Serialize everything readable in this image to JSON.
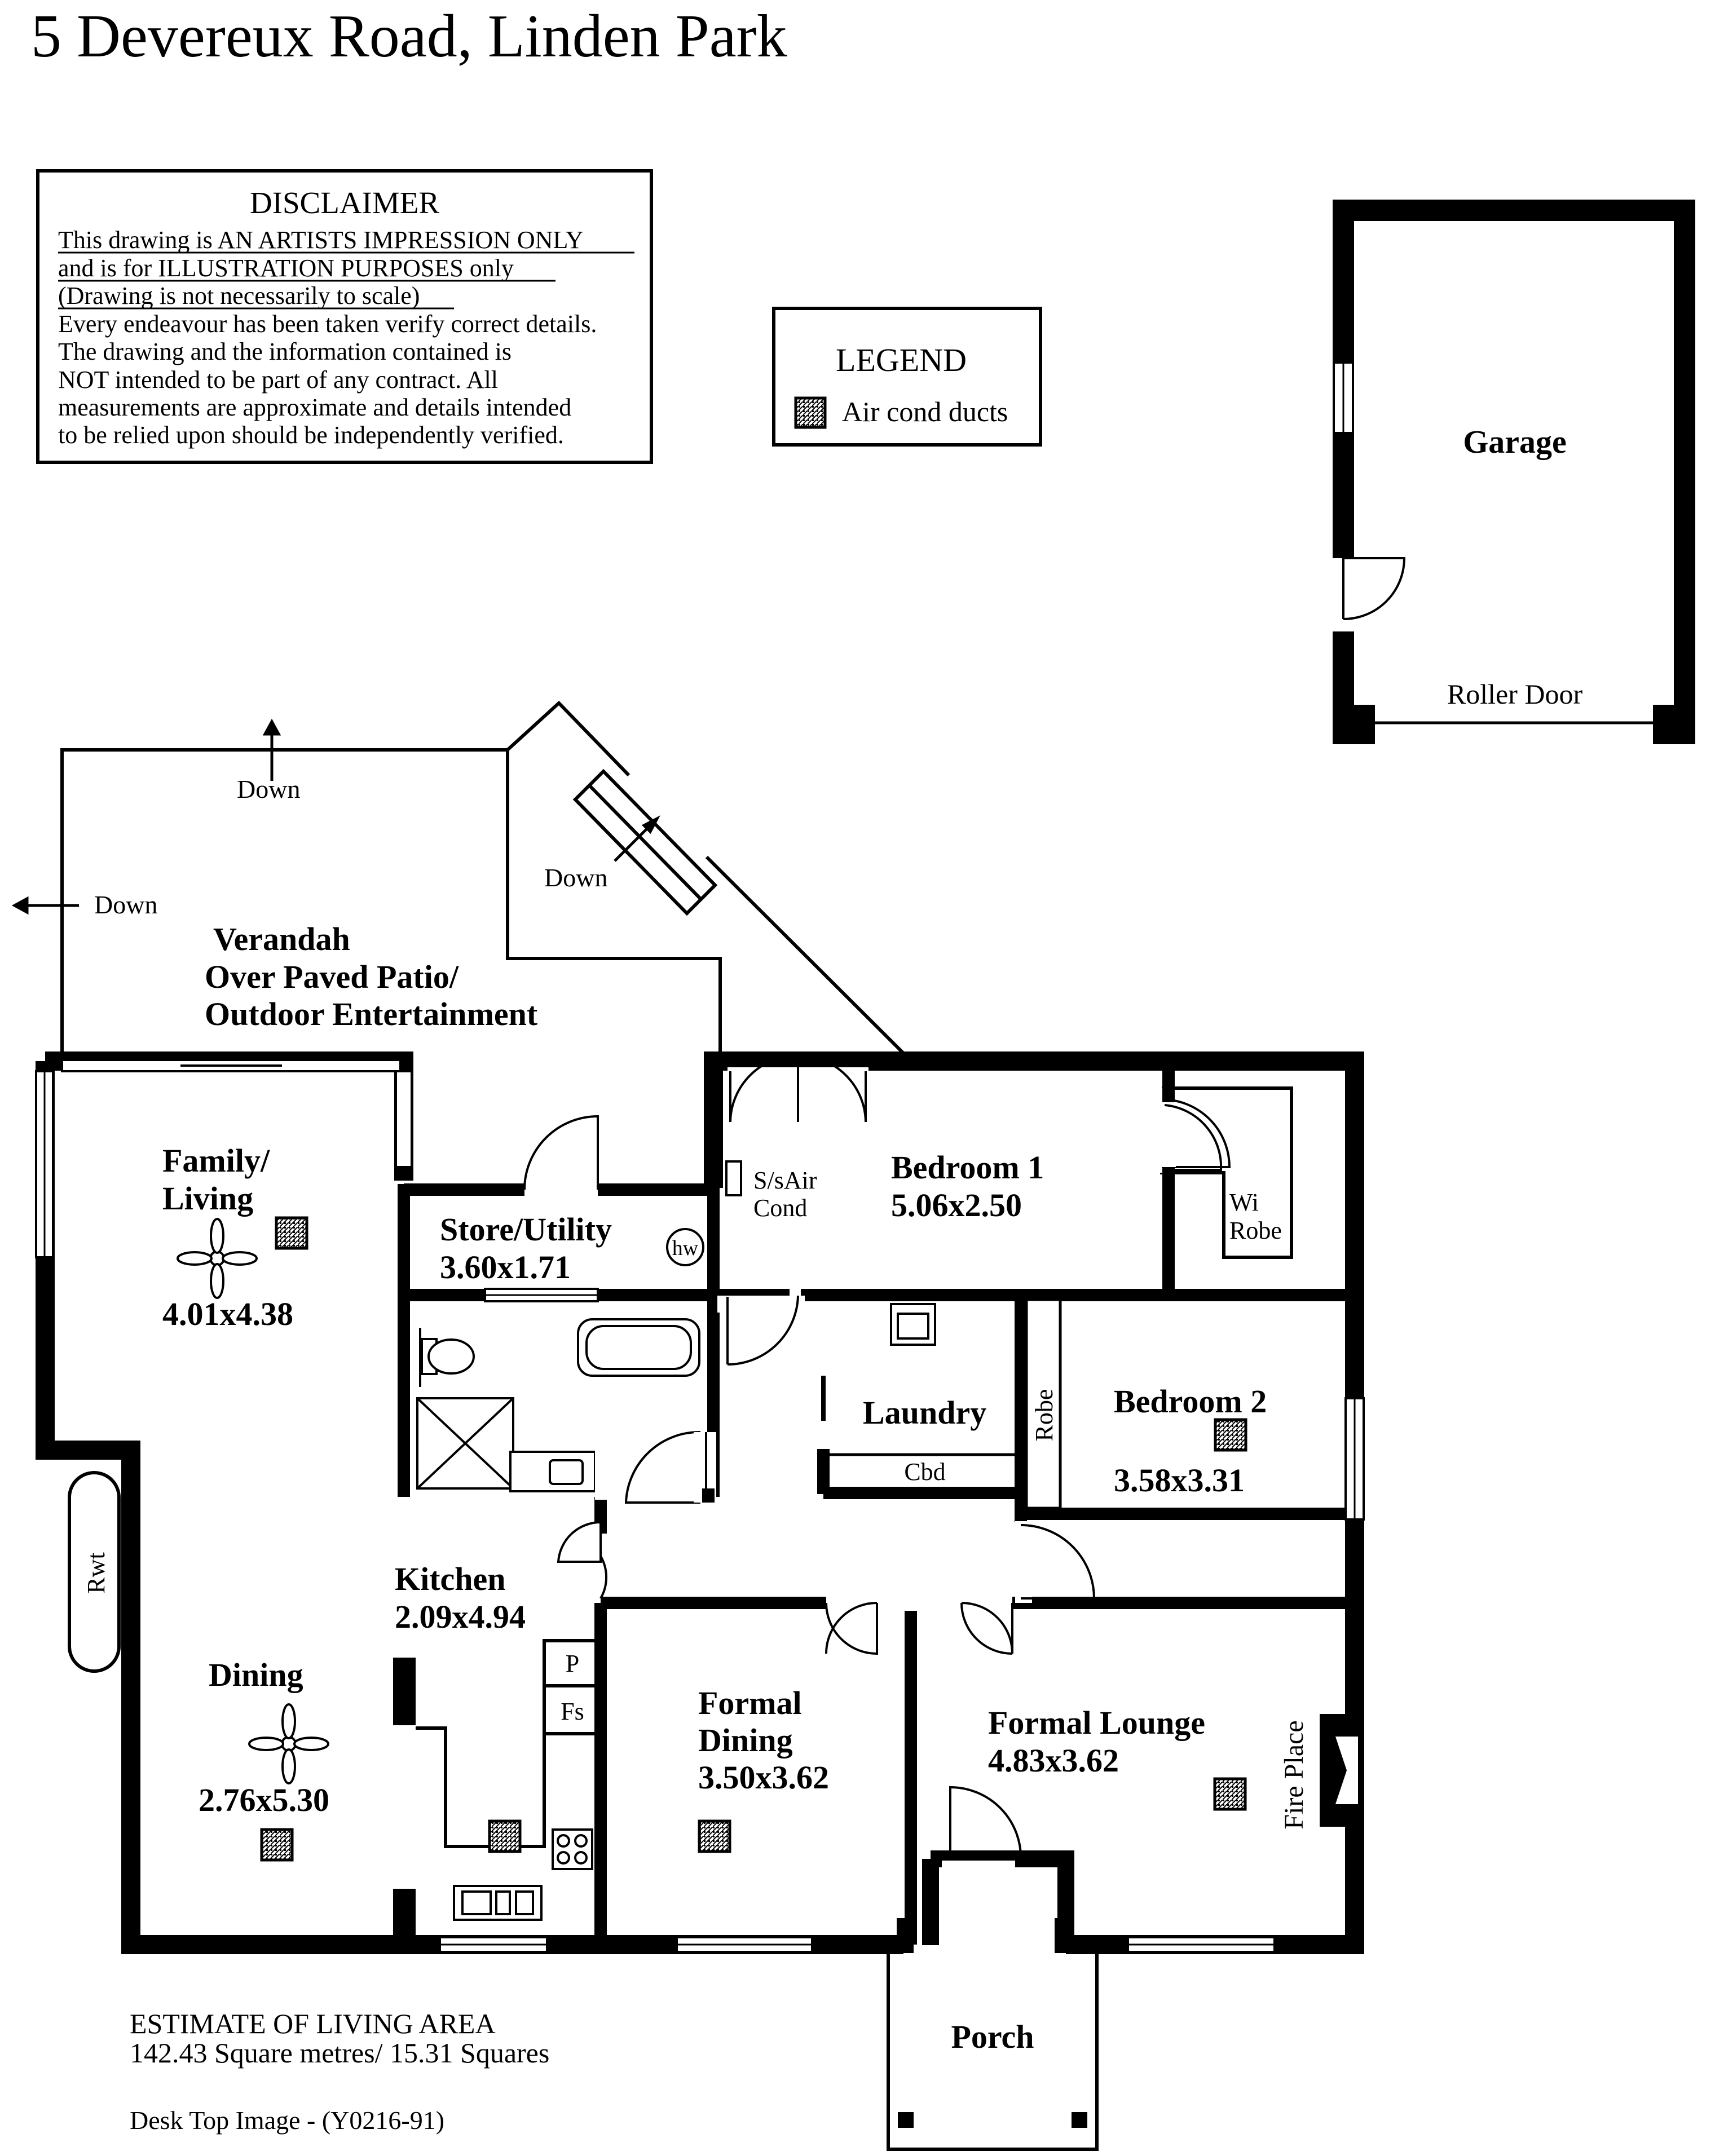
{
  "title": "5 Devereux Road, Linden Park",
  "disclaimer": {
    "heading": "DISCLAIMER",
    "lines": [
      "This drawing is AN ARTISTS IMPRESSION ONLY",
      "and is for ILLUSTRATION PURPOSES only",
      "(Drawing is not necessarily to scale)",
      "Every endeavour has been taken verify correct details.",
      "The drawing and the information contained is",
      "NOT intended to be part of any contract.  All",
      "measurements are approximate and details intended",
      "to be relied upon should be independently verified."
    ]
  },
  "legend": {
    "heading": "LEGEND",
    "item": "Air cond ducts"
  },
  "rooms": {
    "garage": "Garage",
    "roller_door": "Roller Door",
    "verandah_1": "Verandah",
    "verandah_2": "Over Paved Patio/",
    "verandah_3": "Outdoor Entertainment",
    "down_1": "Down",
    "down_2": "Down",
    "down_3": "Down",
    "family_1": "Family/",
    "family_2": "Living",
    "family_dims": "4.01x4.38",
    "store_1": "Store/Utility",
    "store_dims": "3.60x1.71",
    "hw": "hw",
    "ss_1": "S/sAir",
    "ss_2": "Cond",
    "bed1": "Bedroom 1",
    "bed1_dims": "5.06x2.50",
    "wi_1": "Wi",
    "wi_2": "Robe",
    "laundry": "Laundry",
    "cbd": "Cbd",
    "robe": "Robe",
    "bed2": "Bedroom 2",
    "bed2_dims": "3.58x3.31",
    "rwt": "Rwt",
    "kitchen": "Kitchen",
    "kitchen_dims": "2.09x4.94",
    "pantry": "P",
    "fs": "Fs",
    "dining": "Dining",
    "dining_dims": "2.76x5.30",
    "fdining_1": "Formal",
    "fdining_2": "Dining",
    "fdining_dims": "3.50x3.62",
    "flounge": "Formal Lounge",
    "flounge_dims": "4.83x3.62",
    "fireplace": "Fire Place",
    "porch": "Porch"
  },
  "footer": {
    "area_heading": "ESTIMATE OF LIVING AREA",
    "area_value": "142.43  Square metres/  15.31 Squares",
    "image_ref": "Desk Top Image - (Y0216-91)"
  }
}
